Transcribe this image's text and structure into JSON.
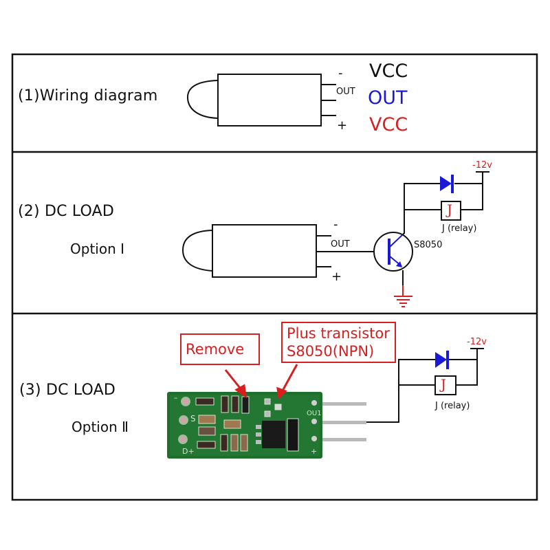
{
  "colors": {
    "frame": "#111111",
    "vcc_positive": "#d81e1e",
    "out_signal": "#1a1ad6",
    "transistor": "#1a1ad6",
    "diode": "#1a1ad6",
    "ground": "#d81e1e",
    "callout": "#d81e1e",
    "pcb_green": "#1f6e2c"
  },
  "section1": {
    "title": "(1)Wiring diagram",
    "pin_minus": "-",
    "pin_out": "OUT",
    "pin_plus": "+",
    "legend": [
      {
        "text": "VCC",
        "color": "#111111"
      },
      {
        "text": "OUT",
        "color": "#1a1ad6"
      },
      {
        "text": "VCC",
        "color": "#d81e1e"
      }
    ]
  },
  "section2": {
    "title": "(2) DC LOAD",
    "option": "Option Ⅰ",
    "pin_minus": "-",
    "pin_out": "OUT",
    "pin_plus": "+",
    "transistor_label": "S8050",
    "supply_label": "-12v",
    "relay_symbol": "J",
    "relay_label": "J (relay)"
  },
  "section3": {
    "title": "(3) DC LOAD",
    "option": "Option Ⅱ",
    "callout_remove": "Remove",
    "callout_plus_line1": "Plus transistor",
    "callout_plus_line2": "S8050(NPN)",
    "pcb_silk": {
      "minus": "–",
      "s": "S",
      "d_plus": "D+",
      "out": "OU1",
      "plus": "+"
    },
    "supply_label": "-12v",
    "relay_symbol": "J",
    "relay_label": "J (relay)"
  }
}
